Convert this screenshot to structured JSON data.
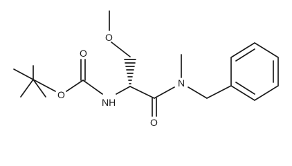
{
  "molecule": {
    "atoms": {
      "methoxy_o": "O",
      "carbamate_ether_o": "O",
      "carbonyl_o_carbamate": "O",
      "amide_nh": "NH",
      "amide_n": "N",
      "carbonyl_o_amide": "O"
    },
    "stereo": "wedge-hash"
  }
}
